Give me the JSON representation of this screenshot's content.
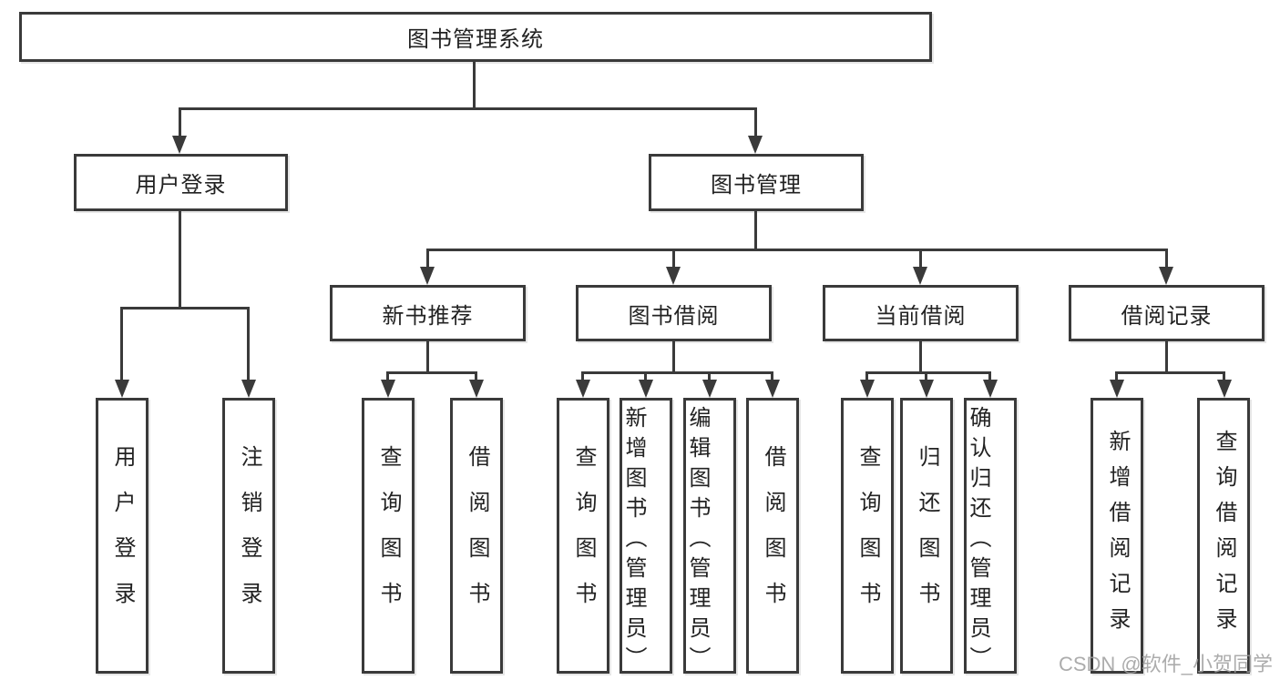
{
  "diagram_type": "hierarchy-tree",
  "tree": {
    "label": "图书管理系统",
    "children": [
      {
        "label": "用户登录",
        "children": [
          {
            "label": "用户登录"
          },
          {
            "label": "注销登录"
          }
        ]
      },
      {
        "label": "图书管理",
        "children": [
          {
            "label": "新书推荐",
            "children": [
              {
                "label": "查询图书"
              },
              {
                "label": "借阅图书"
              }
            ]
          },
          {
            "label": "图书借阅",
            "children": [
              {
                "label": "查询图书"
              },
              {
                "label": "新增图书（管理员）"
              },
              {
                "label": "编辑图书（管理员）"
              },
              {
                "label": "借阅图书"
              }
            ]
          },
          {
            "label": "当前借阅",
            "children": [
              {
                "label": "查询图书"
              },
              {
                "label": "归还图书"
              },
              {
                "label": "确认归还（管理员）"
              }
            ]
          },
          {
            "label": "借阅记录",
            "children": [
              {
                "label": "新增借阅记录"
              },
              {
                "label": "查询借阅记录"
              }
            ]
          }
        ]
      }
    ]
  },
  "watermark": {
    "text": "CSDN @软件_小贺同学"
  },
  "colors": {
    "line": "#3a3a3a",
    "text": "#222222",
    "watermark": "#9e9e9e",
    "background": "#ffffff"
  }
}
